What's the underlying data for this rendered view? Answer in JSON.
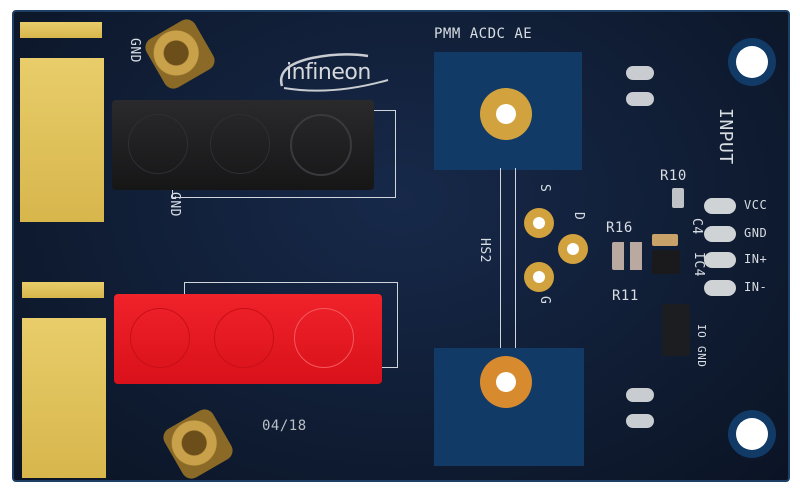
{
  "board": {
    "manufacturer_logo": "infineon",
    "title": "PMM ACDC AE",
    "date_code": "04/18",
    "heatsink_label": "HS2",
    "transistor_pins": [
      "S",
      "D",
      "G"
    ],
    "connector_labels": [
      "GND",
      "GND"
    ],
    "input_header": {
      "label": "INPUT",
      "pins": [
        "VCC",
        "GND",
        "IN+",
        "IN-"
      ]
    },
    "components": [
      "R10",
      "R16",
      "C4",
      "IC4",
      "R11"
    ],
    "jumper_labels": [
      "IO",
      "GND"
    ],
    "colors": {
      "pcb": "#0f1a30",
      "pcb_edge": "#1c3f63",
      "gold_pad": "#dcbc52",
      "silkscreen": "#d8dde3",
      "banana_black": "#1b1b1d",
      "banana_red": "#e3141c"
    }
  }
}
